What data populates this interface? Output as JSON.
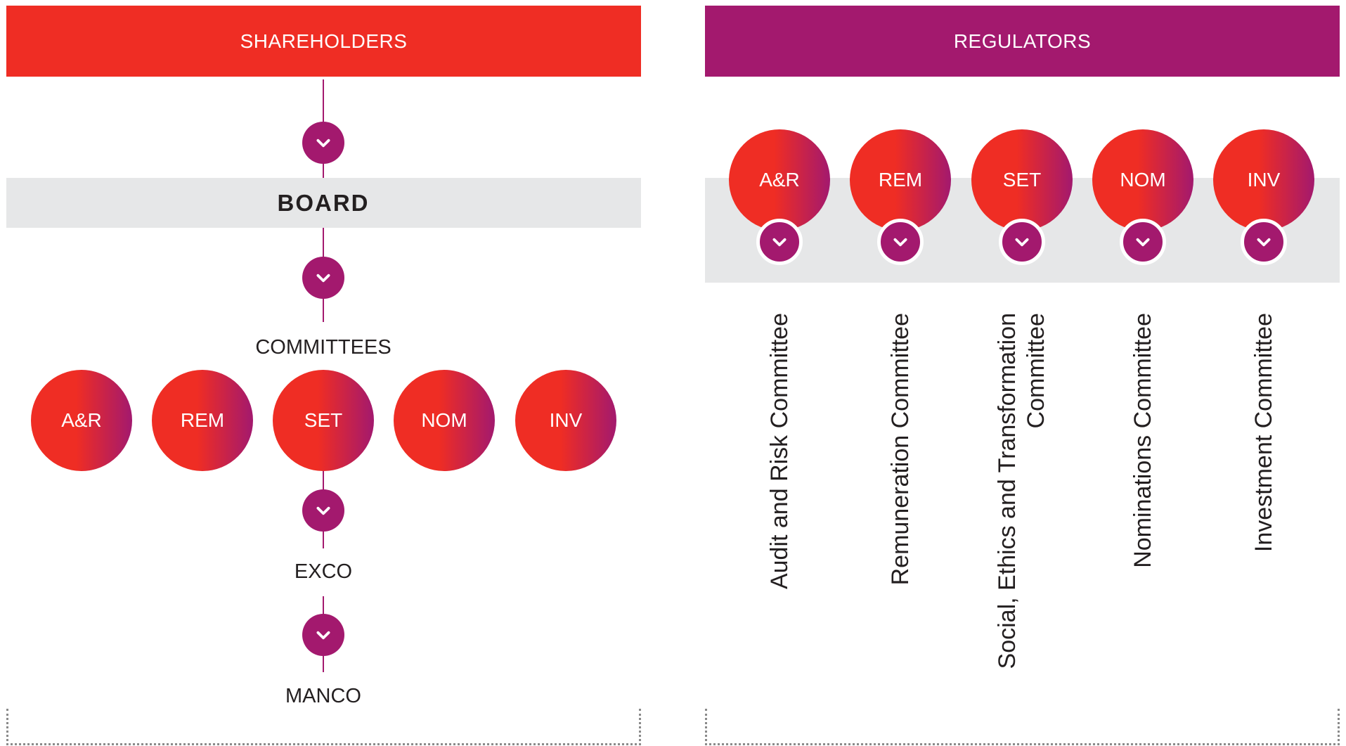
{
  "left": {
    "banner": "SHAREHOLDERS",
    "board": "BOARD",
    "committees_label": "COMMITTEES",
    "committees": [
      "A&R",
      "REM",
      "SET",
      "NOM",
      "INV"
    ],
    "exco": "EXCO",
    "manco": "MANCO"
  },
  "right": {
    "banner": "REGULATORS",
    "committees": [
      "A&R",
      "REM",
      "SET",
      "NOM",
      "INV"
    ],
    "descriptions": [
      [
        "Audit and Risk Committee"
      ],
      [
        "Remuneration Committee"
      ],
      [
        "Social, Ethics and Transformation",
        "Committee"
      ],
      [
        "Nominations Committee"
      ],
      [
        "Investment Committee"
      ]
    ]
  },
  "colors": {
    "red": "#ef2d24",
    "purple": "#a3196e",
    "band_grey": "#e6e7e8"
  },
  "icons": {
    "connector": "chevron-down-icon"
  }
}
